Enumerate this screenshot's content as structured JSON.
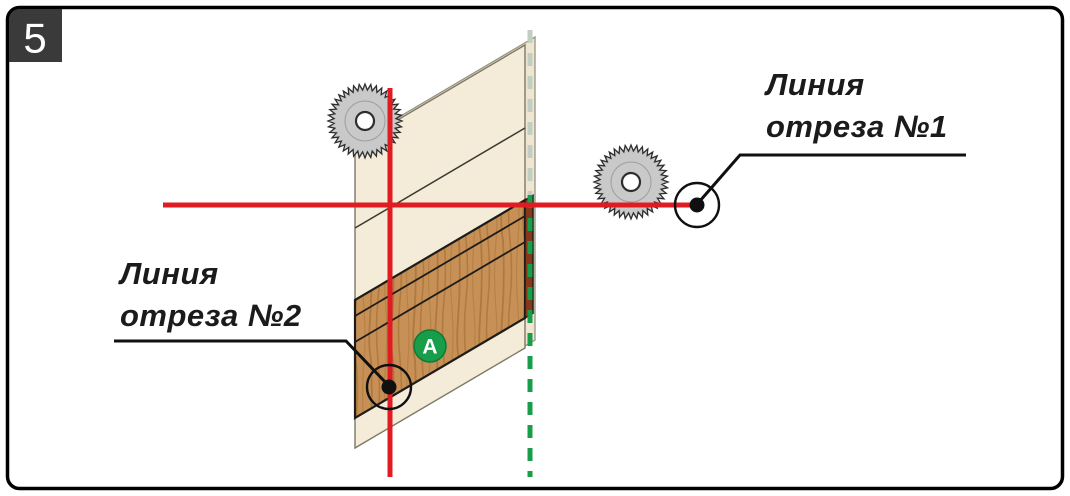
{
  "step_badge": {
    "number": "5"
  },
  "callouts": [
    {
      "label_line1": "Линия",
      "label_line2": "отреза №1"
    },
    {
      "label_line1": "Линия",
      "label_line2": "отреза №2"
    }
  ],
  "marker": {
    "label": "A"
  },
  "icons": {
    "saw_blade": "circular-saw-blade-icon"
  },
  "colors": {
    "cut_line": "#e11b22",
    "guide_line": "#189e4b",
    "guide_line_hidden": "#c2cec1",
    "marker_bg": "#189e4b",
    "badge_bg": "#3a3a3a",
    "wood": "#c79056",
    "sheet": "#f4ebd9"
  }
}
